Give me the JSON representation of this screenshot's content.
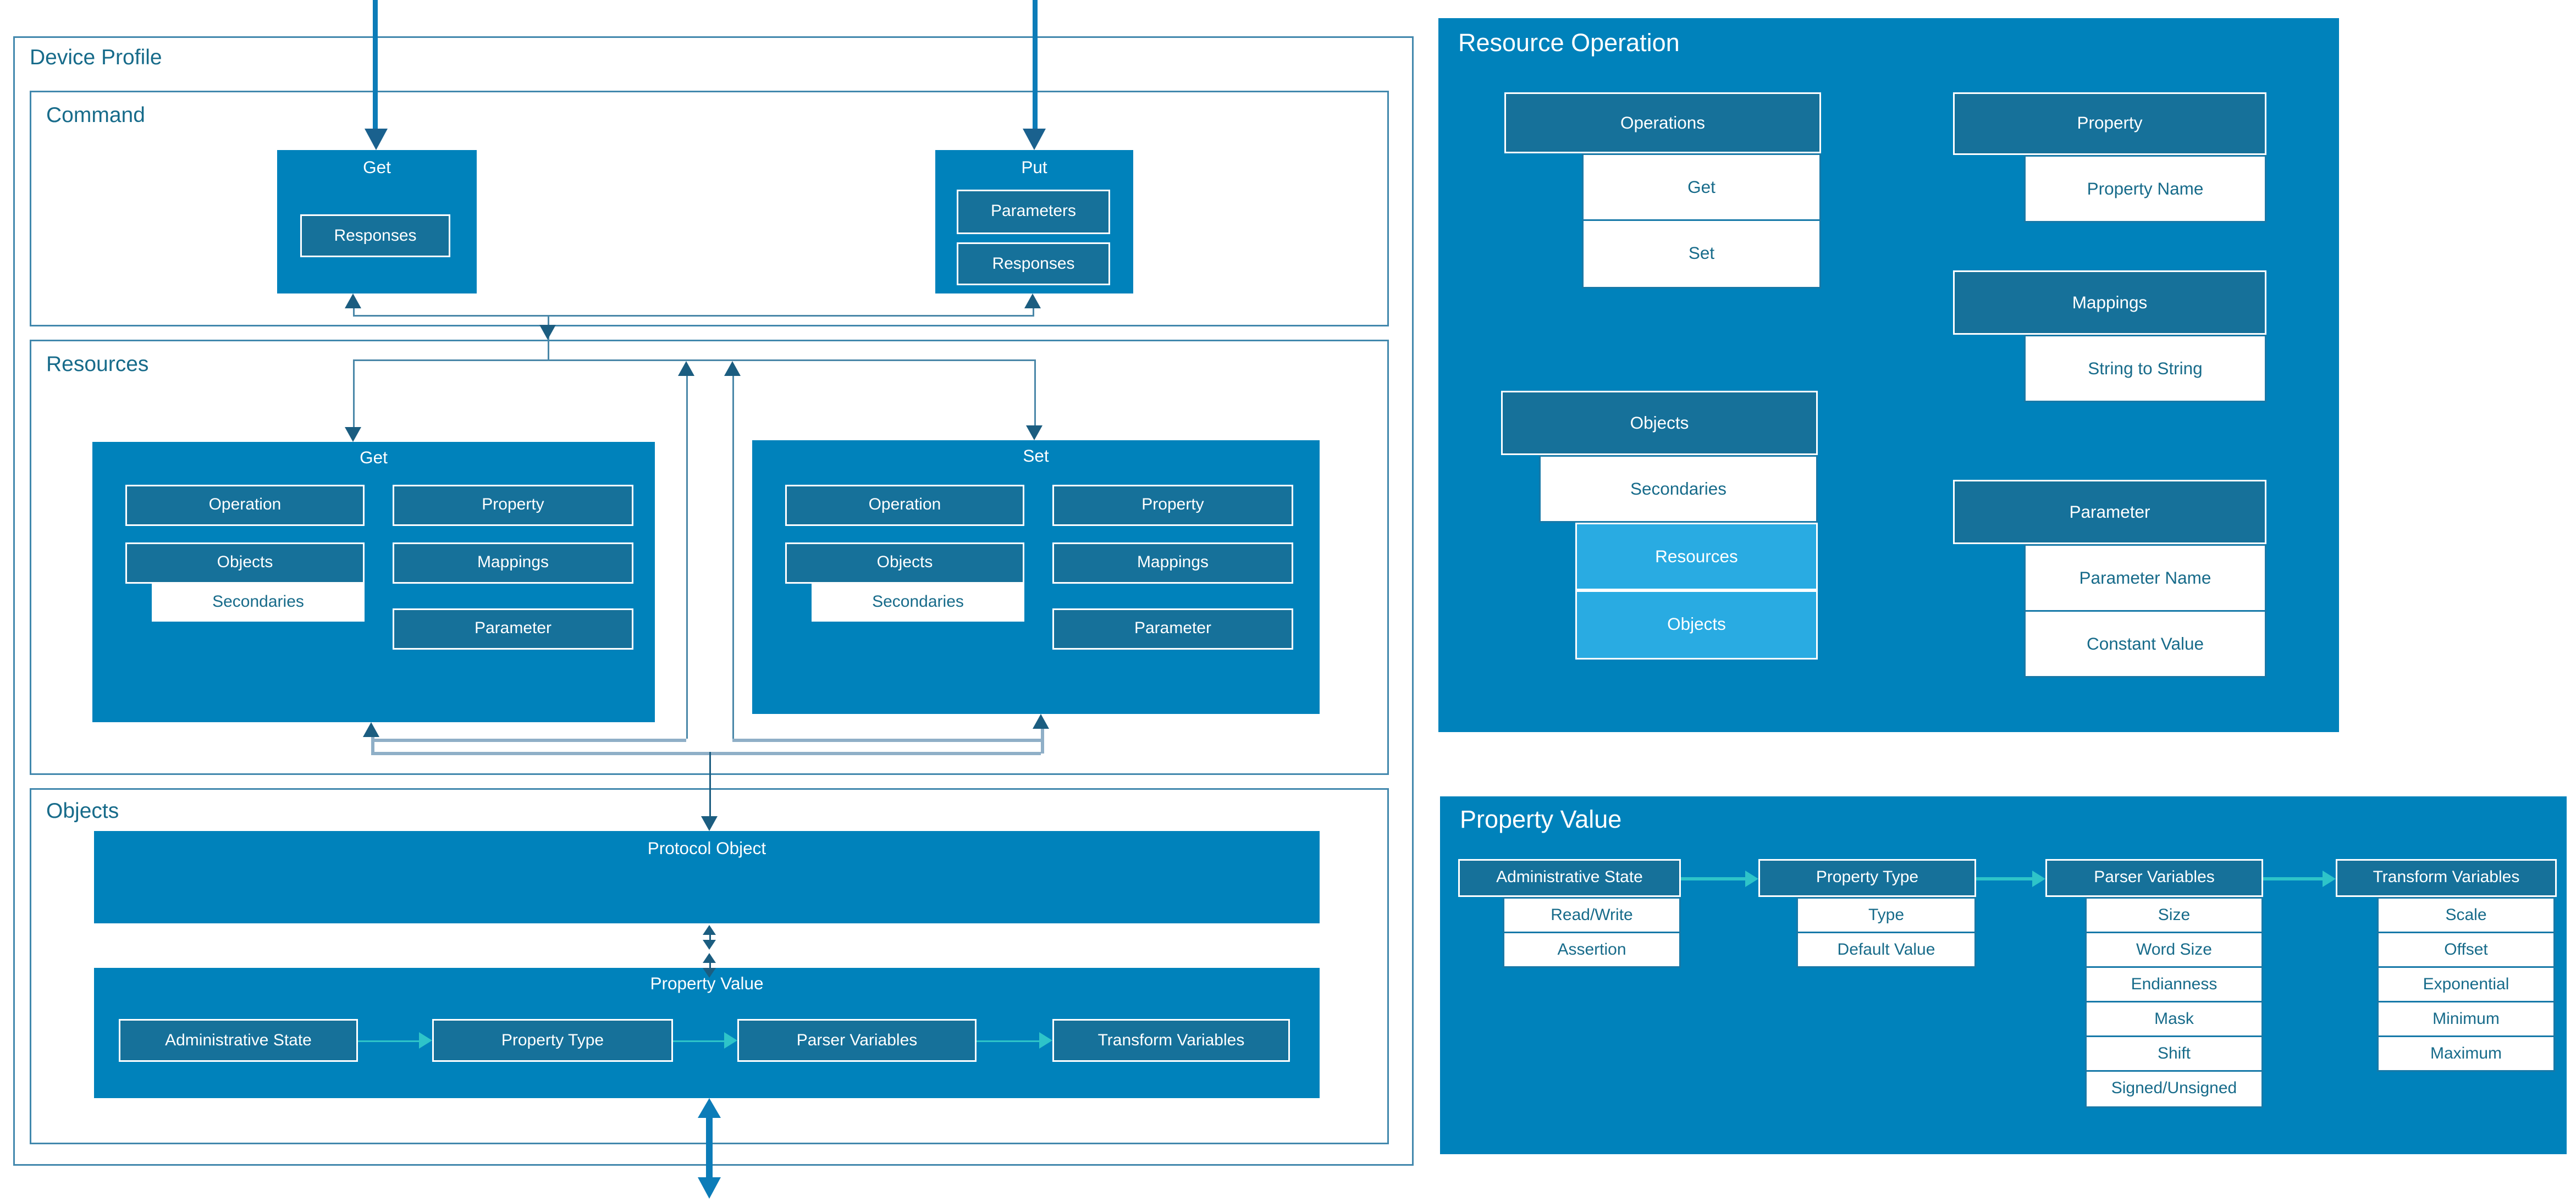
{
  "left": {
    "device_profile_label": "Device Profile",
    "command_label": "Command",
    "resources_label": "Resources",
    "objects_label": "Objects",
    "command_get": {
      "title": "Get",
      "rows": [
        "Responses"
      ]
    },
    "command_put": {
      "title": "Put",
      "rows": [
        "Parameters",
        "Responses"
      ]
    },
    "resources_get": {
      "title": "Get",
      "operation": "Operation",
      "property": "Property",
      "objects": "Objects",
      "mappings": "Mappings",
      "secondaries": "Secondaries",
      "parameter": "Parameter"
    },
    "resources_set": {
      "title": "Set",
      "operation": "Operation",
      "property": "Property",
      "objects": "Objects",
      "mappings": "Mappings",
      "secondaries": "Secondaries",
      "parameter": "Parameter"
    },
    "protocol_object_label": "Protocol Object",
    "property_value": {
      "title": "Property Value",
      "flow": [
        "Administrative State",
        "Property Type",
        "Parser Variables",
        "Transform Variables"
      ]
    }
  },
  "resource_operation": {
    "title": "Resource Operation",
    "groups": {
      "operations": {
        "header": "Operations",
        "rows": [
          "Get",
          "Set"
        ]
      },
      "objects": {
        "header": "Objects",
        "white_row": "Secondaries",
        "light_rows": [
          "Resources",
          "Objects"
        ]
      },
      "property": {
        "header": "Property",
        "rows": [
          "Property Name"
        ]
      },
      "mappings": {
        "header": "Mappings",
        "rows": [
          "String to String"
        ]
      },
      "parameter": {
        "header": "Parameter",
        "rows": [
          "Parameter Name",
          "Constant Value"
        ]
      }
    }
  },
  "property_value_panel": {
    "title": "Property Value",
    "columns": [
      {
        "header": "Administrative State",
        "rows": [
          "Read/Write",
          "Assertion"
        ]
      },
      {
        "header": "Property Type",
        "rows": [
          "Type",
          "Default Value"
        ]
      },
      {
        "header": "Parser Variables",
        "rows": [
          "Size",
          "Word Size",
          "Endianness",
          "Mask",
          "Shift",
          "Signed/Unsigned"
        ]
      },
      {
        "header": "Transform Variables",
        "rows": [
          "Scale",
          "Offset",
          "Exponential",
          "Minimum",
          "Maximum"
        ]
      }
    ]
  },
  "colors": {
    "panel_blue": "#0082BB",
    "header_teal": "#16719A",
    "light_blue": "#29ABE2",
    "dark_text": "#176B8A",
    "flow_arrow_teal": "#2EC4C9",
    "thick_arrow_blue": "#0C7CB8",
    "arrowhead_dark": "#1B5D80",
    "connector_steel": "#4A87A8",
    "bracket_light": "#8FAFC7"
  }
}
